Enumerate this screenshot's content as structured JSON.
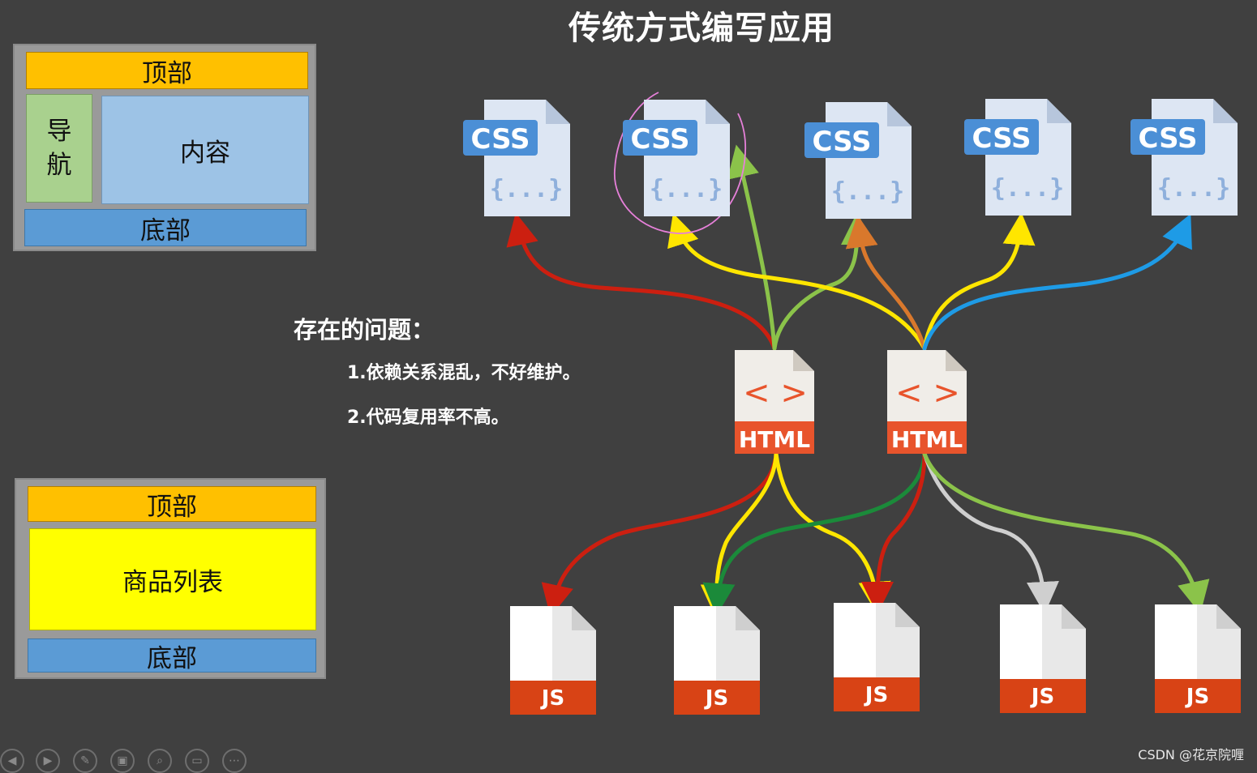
{
  "title": "传统方式编写应用",
  "layout1": {
    "top": "顶部",
    "nav": "导\n航",
    "content": "内容",
    "bottom": "底部"
  },
  "layout2": {
    "top": "顶部",
    "list": "商品列表",
    "bottom": "底部"
  },
  "problems": {
    "heading": "存在的问题：",
    "items": [
      "1.依赖关系混乱，不好维护。",
      "2.代码复用率不高。"
    ]
  },
  "css_files": {
    "label": "CSS",
    "brace": "{...}",
    "count": 5
  },
  "html_files": {
    "label": "HTML",
    "glyph": "< >",
    "count": 2
  },
  "js_files": {
    "label": "JS",
    "count": 5
  },
  "colors": {
    "background": "#404040",
    "top": "#ffc000",
    "nav": "#a9d18e",
    "content": "#9dc3e6",
    "bottom": "#5b9bd5",
    "list": "#ffff00",
    "css_badge": "#4b8fd6",
    "html_orange": "#e8542c",
    "js_orange": "#d84315"
  },
  "toolbar_icons": [
    "prev-icon",
    "next-icon",
    "pen-icon",
    "pages-icon",
    "zoom-icon",
    "subtitle-icon",
    "more-icon"
  ],
  "watermark": "CSDN @花京院喱"
}
